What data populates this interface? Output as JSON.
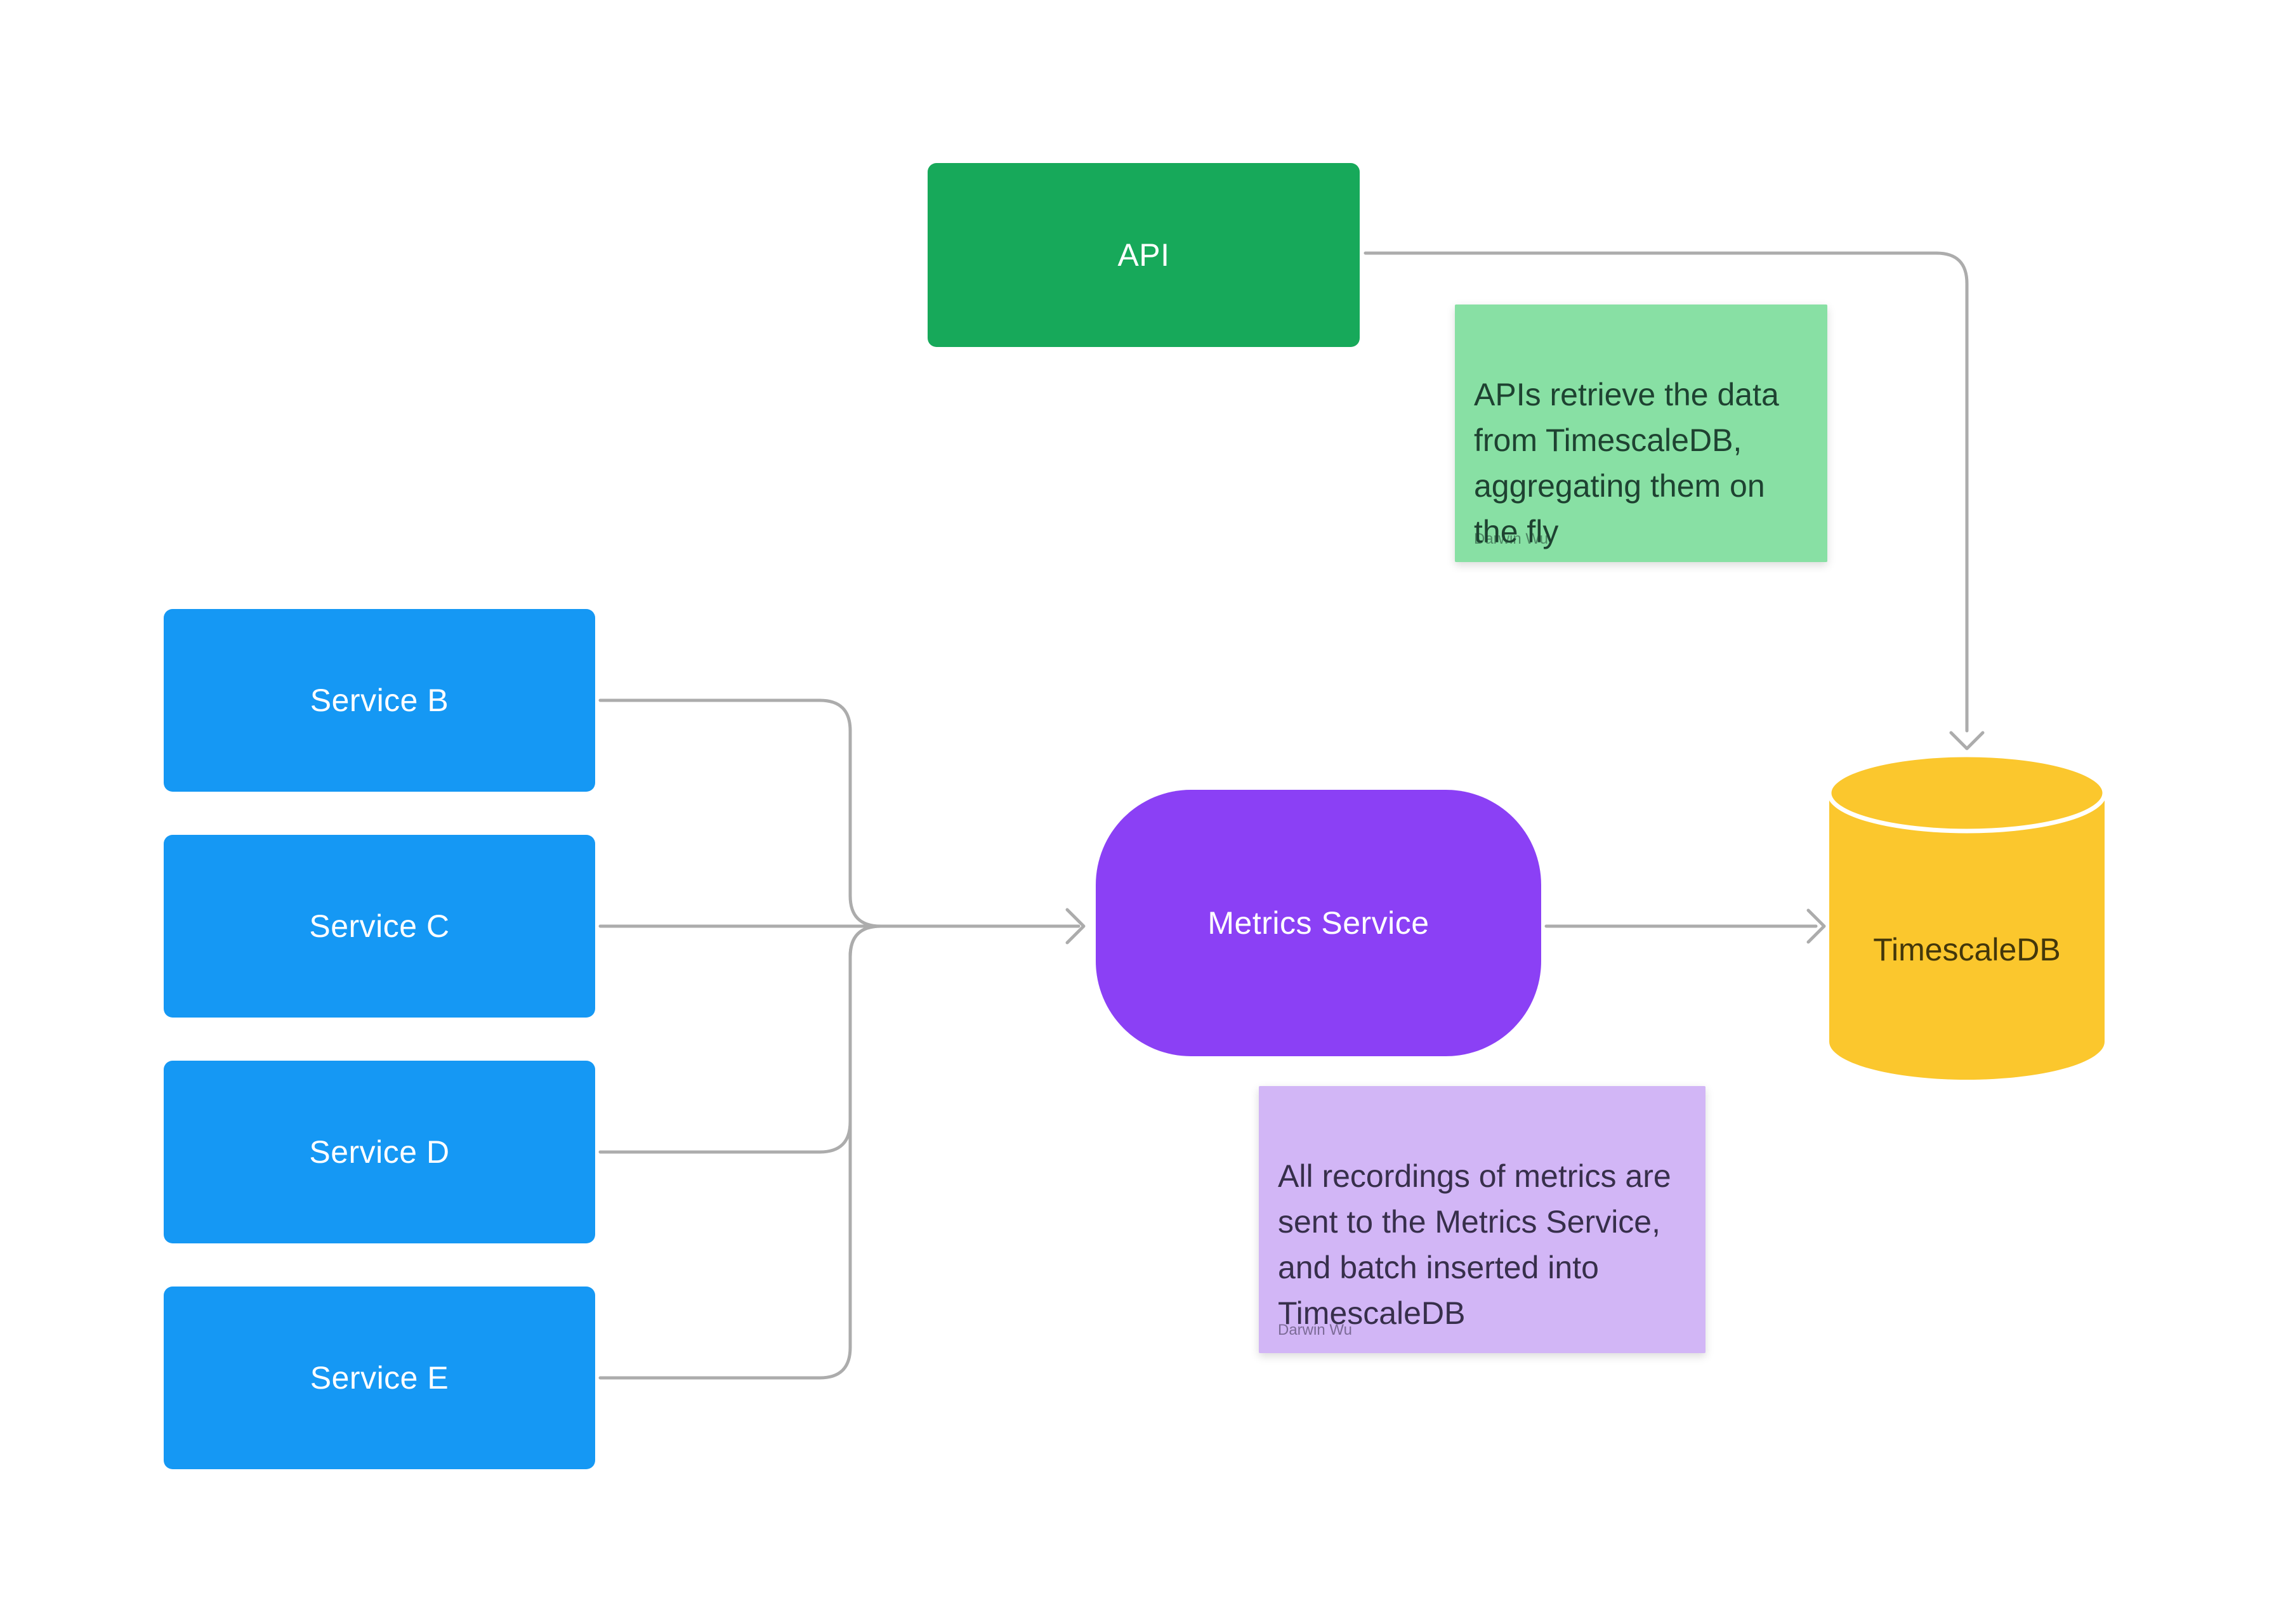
{
  "canvas": {
    "background": "#FFFFFF"
  },
  "connectors": {
    "color": "#ACACAC",
    "width": 5
  },
  "nodes": {
    "api": {
      "label": "API",
      "color": "#17A95A",
      "text_color": "#FFFFFF"
    },
    "services": [
      {
        "label": "Service B"
      },
      {
        "label": "Service C"
      },
      {
        "label": "Service D"
      },
      {
        "label": "Service E"
      }
    ],
    "service_color": "#1598F4",
    "service_text_color": "#FFFFFF",
    "metrics": {
      "label": "Metrics Service",
      "color": "#8B40F5",
      "text_color": "#FFFFFF"
    },
    "database": {
      "label": "TimescaleDB",
      "color": "#FBC72D",
      "text_color": "#43370B",
      "rim_color": "#FFFFFF"
    }
  },
  "notes": {
    "api_note": {
      "text": "APIs retrieve the data\nfrom TimescaleDB,\naggregating them on\nthe fly",
      "author": "Darwin Wu",
      "bg": "#88E0A4",
      "text_color": "#1E4231"
    },
    "metrics_note": {
      "text": "All recordings of metrics are\nsent to the Metrics Service,\nand batch inserted into\nTimescaleDB",
      "author": "Darwin Wu",
      "bg": "#D2B6F6",
      "text_color": "#372F4B"
    }
  }
}
